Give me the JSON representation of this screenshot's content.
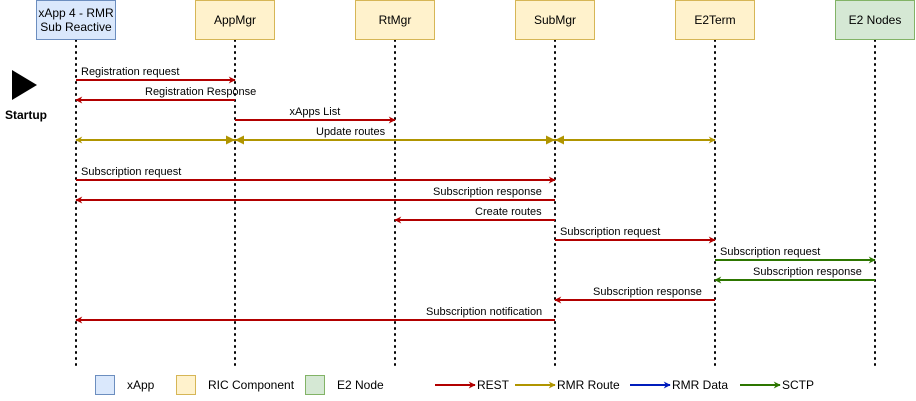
{
  "actors": [
    {
      "id": "xapp",
      "label_line1": "xApp 4 - RMR",
      "label_line2": "Sub Reactive",
      "kind": "xapp"
    },
    {
      "id": "appmgr",
      "label_line1": "AppMgr",
      "label_line2": "",
      "kind": "ric"
    },
    {
      "id": "rtmgr",
      "label_line1": "RtMgr",
      "label_line2": "",
      "kind": "ric"
    },
    {
      "id": "submgr",
      "label_line1": "SubMgr",
      "label_line2": "",
      "kind": "ric"
    },
    {
      "id": "e2term",
      "label_line1": "E2Term",
      "label_line2": "",
      "kind": "ric"
    },
    {
      "id": "e2nodes",
      "label_line1": "E2 Nodes",
      "label_line2": "",
      "kind": "e2"
    }
  ],
  "startup": {
    "label": "Startup"
  },
  "messages": [
    {
      "label": "Registration request",
      "from": "xapp",
      "to": "appmgr",
      "type": "rest"
    },
    {
      "label": "Registration Response",
      "from": "appmgr",
      "to": "xapp",
      "type": "rest"
    },
    {
      "label": "xApps List",
      "from": "appmgr",
      "to": "rtmgr",
      "type": "rest"
    },
    {
      "label": "Update routes",
      "from": "xapp",
      "to": "e2term",
      "type": "rmr_route",
      "multicast": [
        "xapp",
        "appmgr",
        "submgr",
        "e2term"
      ]
    },
    {
      "label": "Subscription request",
      "from": "xapp",
      "to": "submgr",
      "type": "rest"
    },
    {
      "label": "Subscription response",
      "from": "submgr",
      "to": "xapp",
      "type": "rest"
    },
    {
      "label": "Create routes",
      "from": "submgr",
      "to": "rtmgr",
      "type": "rest"
    },
    {
      "label": "Subscription request",
      "from": "submgr",
      "to": "e2term",
      "type": "rest"
    },
    {
      "label": "Subscription request",
      "from": "e2term",
      "to": "e2nodes",
      "type": "sctp"
    },
    {
      "label": "Subscription response",
      "from": "e2nodes",
      "to": "e2term",
      "type": "sctp"
    },
    {
      "label": "Subscription response",
      "from": "e2term",
      "to": "submgr",
      "type": "rest"
    },
    {
      "label": "Subscription notification",
      "from": "submgr",
      "to": "xapp",
      "type": "rest"
    }
  ],
  "legend": {
    "boxes": [
      {
        "label": "xApp",
        "kind": "xapp"
      },
      {
        "label": "RIC Component",
        "kind": "ric"
      },
      {
        "label": "E2 Node",
        "kind": "e2"
      }
    ],
    "arrows": [
      {
        "label": "REST",
        "type": "rest"
      },
      {
        "label": "RMR Route",
        "type": "rmr_route"
      },
      {
        "label": "RMR Data",
        "type": "rmr_data"
      },
      {
        "label": "SCTP",
        "type": "sctp"
      }
    ]
  },
  "colors": {
    "xapp_fill": "#dae8fc",
    "xapp_stroke": "#6c8ebf",
    "ric_fill": "#fff2cc",
    "ric_stroke": "#d6b656",
    "e2_fill": "#d5e8d4",
    "e2_stroke": "#82b366",
    "rest": "#b20000",
    "rmr_route": "#b09500",
    "rmr_data": "#001dbc",
    "sctp": "#2d7600",
    "lifeline": "#000000"
  }
}
